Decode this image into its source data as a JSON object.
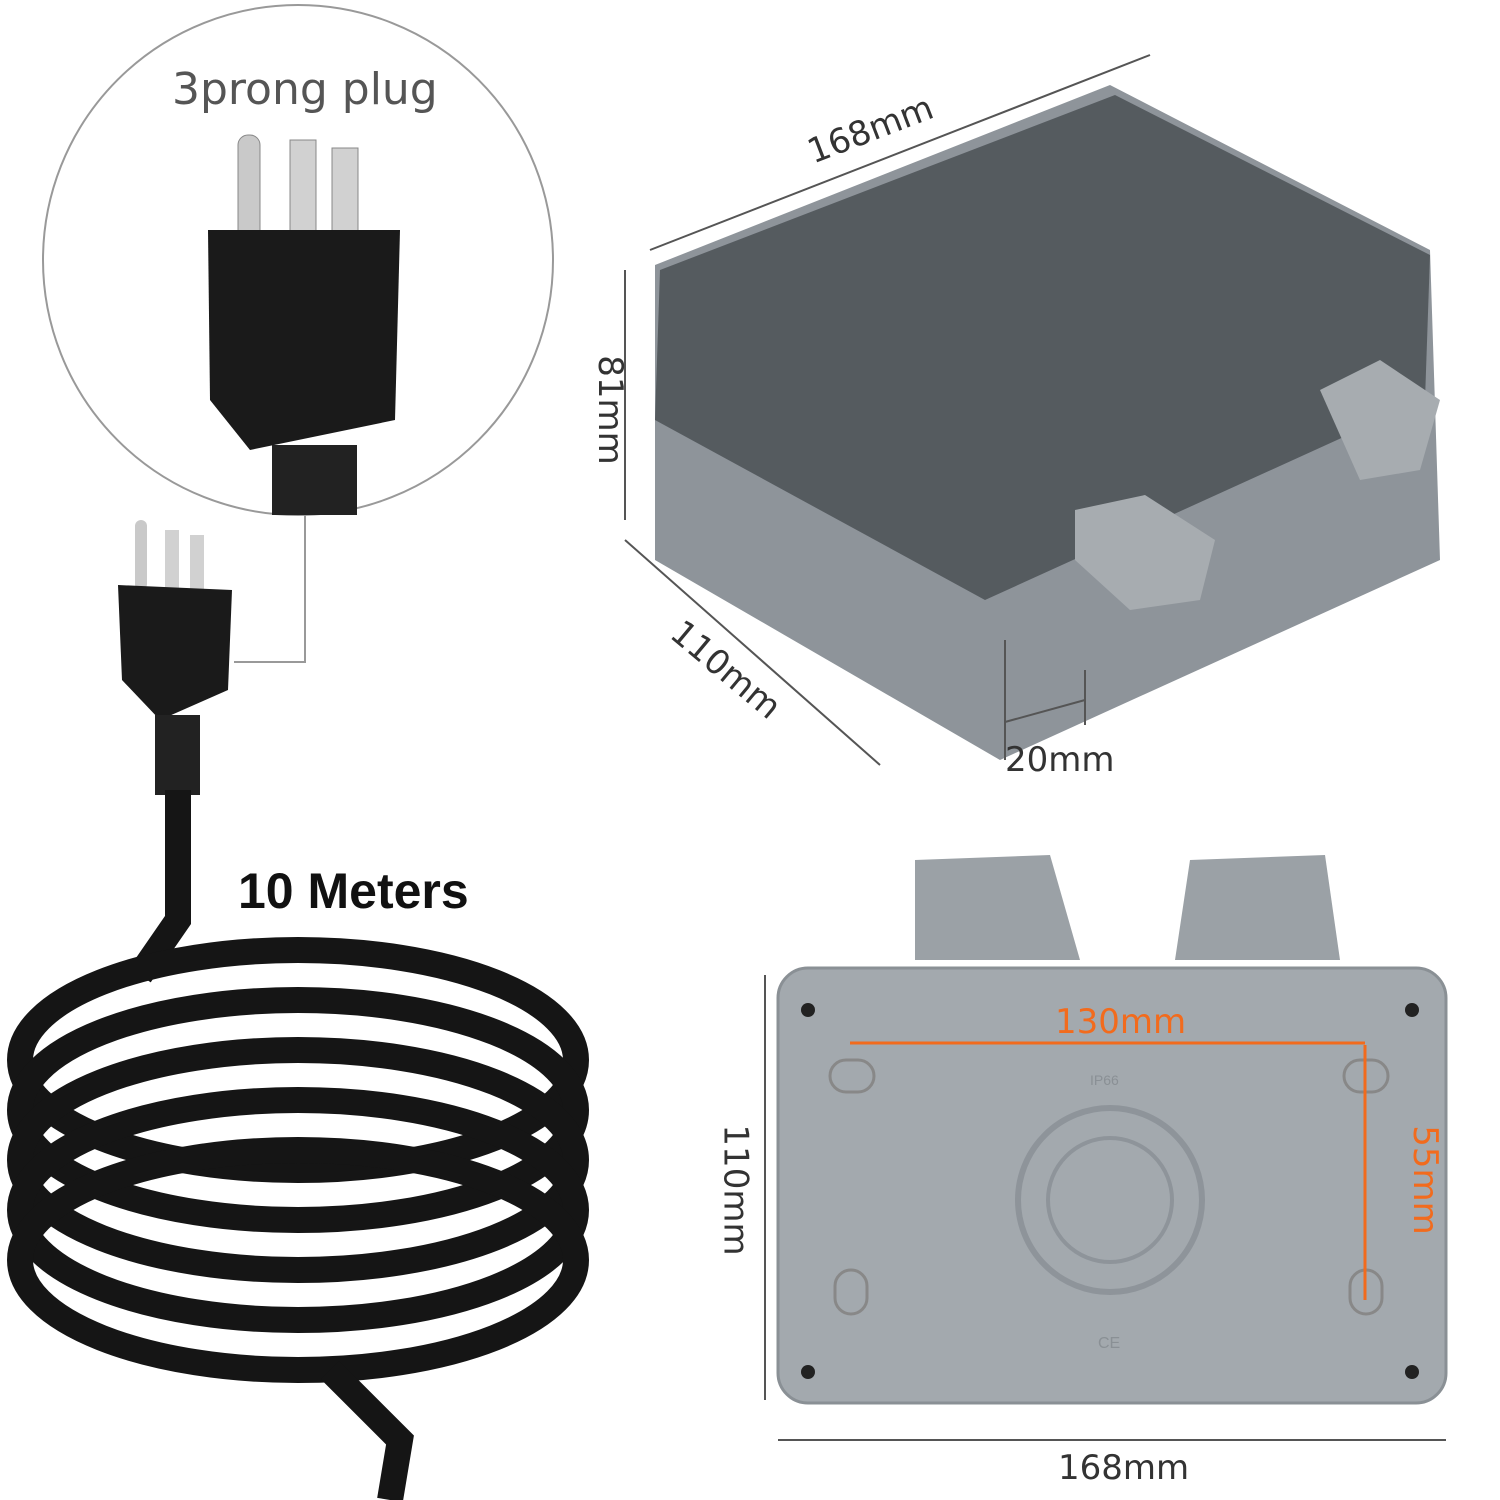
{
  "plug_callout": {
    "title": "3prong plug"
  },
  "cord": {
    "length_label": "10 Meters"
  },
  "box_3d": {
    "length": "168mm",
    "height": "81mm",
    "depth": "110mm",
    "cable_entry": "20mm"
  },
  "box_back": {
    "hole_spacing_h": "130mm",
    "hole_spacing_v": "55mm",
    "height": "110mm",
    "width": "168mm",
    "emboss_rating": "IP66",
    "emboss_mark": "CE"
  },
  "colors": {
    "accent": "#f26b1d",
    "box_gray": "#8e949a",
    "cover": "#5b6066",
    "cord": "#151515"
  }
}
